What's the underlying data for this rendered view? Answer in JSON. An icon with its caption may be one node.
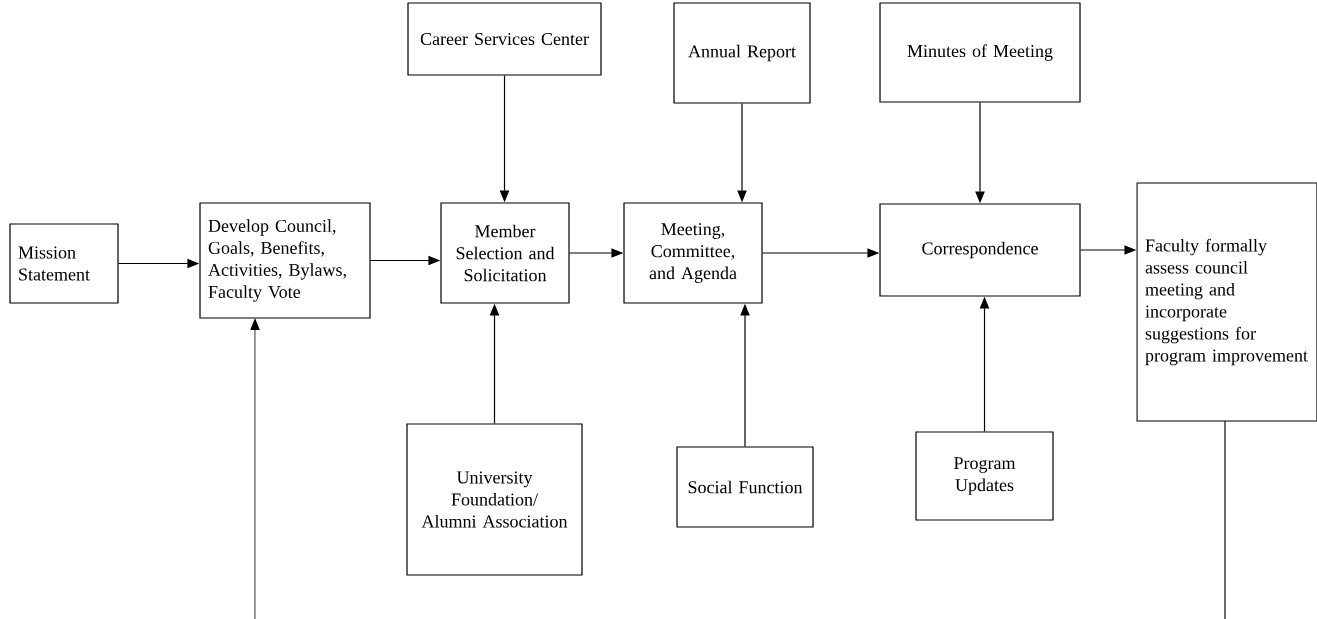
{
  "diagram": {
    "nodes": [
      {
        "text": [
          "Mission Statement"
        ]
      },
      {
        "text": [
          "Develop Council, Goals, Benefits, Activities, Bylaws, Faculty Vote"
        ]
      },
      {
        "text": [
          "Member Selection and Solicitation"
        ]
      },
      {
        "text": [
          "Career Services Center"
        ]
      },
      {
        "text": [
          "University Foundation/ Alumni Association"
        ]
      },
      {
        "text": [
          "Meeting, Committee, and Agenda"
        ]
      },
      {
        "text": [
          "Annual Report"
        ]
      },
      {
        "text": [
          "Social Function"
        ]
      },
      {
        "text": [
          "Correspondence"
        ]
      },
      {
        "text": [
          "Minutes of Meeting"
        ]
      },
      {
        "text": [
          "Program Updates"
        ]
      },
      {
        "text": [
          "Faculty formally assess council meeting and incorporate suggestions for program improvement"
        ]
      }
    ],
    "edges": [
      {
        "from": 0,
        "to": 1,
        "arrow": "to"
      },
      {
        "from": 1,
        "to": 2,
        "arrow": "to"
      },
      {
        "from": 2,
        "to": 5,
        "arrow": "to"
      },
      {
        "from": 5,
        "to": 8,
        "arrow": "to"
      },
      {
        "from": 8,
        "to": 11,
        "arrow": "to"
      },
      {
        "from": 3,
        "to": 2,
        "arrow": "to"
      },
      {
        "from": 4,
        "to": 2,
        "arrow": "to"
      },
      {
        "from": 6,
        "to": 5,
        "arrow": "to"
      },
      {
        "from": 7,
        "to": 5,
        "arrow": "to"
      },
      {
        "from": 9,
        "to": 8,
        "arrow": "to"
      },
      {
        "from": 10,
        "to": 8,
        "arrow": "to"
      },
      {
        "from": 11,
        "to": null,
        "arrow": "none"
      },
      {
        "from": null,
        "to": 1,
        "arrow": "to"
      }
    ]
  }
}
